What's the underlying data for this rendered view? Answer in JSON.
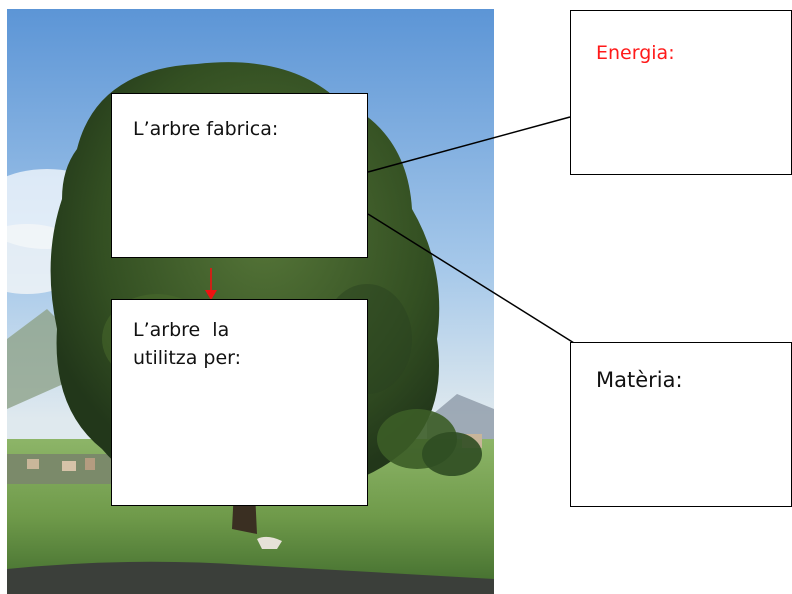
{
  "boxes": {
    "fabrica": "L’arbre fabrica:",
    "utilitza": "L’arbre  la\nutilitza per:",
    "energia": "Energia:",
    "materia": "Matèria:"
  },
  "colors": {
    "energia_label": "#ff1a1a",
    "arrow": "#ee1111",
    "connector": "#000000",
    "sky": "#7faee0",
    "foliage": "#2f4a1f",
    "grass": "#6f9a4a"
  },
  "icons": {
    "arrow": "down-arrow-icon"
  }
}
